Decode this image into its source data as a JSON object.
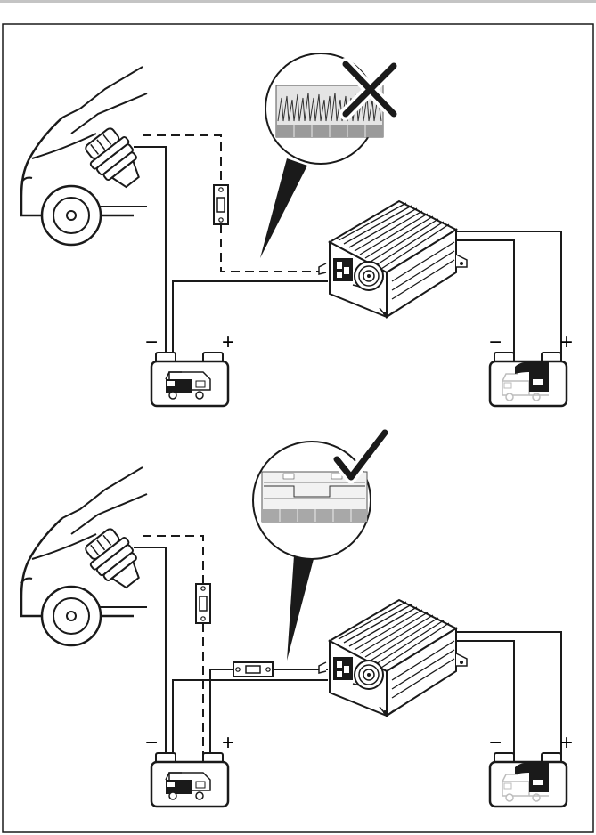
{
  "panels": [
    {
      "name": "incorrect-wiring",
      "status": "incorrect",
      "starter_battery": {
        "negative": "−",
        "positive": "+"
      },
      "service_battery": {
        "negative": "−",
        "positive": "+"
      }
    },
    {
      "name": "correct-wiring",
      "status": "correct",
      "starter_battery": {
        "negative": "−",
        "positive": "+"
      },
      "service_battery": {
        "negative": "−",
        "positive": "+"
      }
    }
  ],
  "colors": {
    "line": "#1a1a1a",
    "shade": "#bdbdbd",
    "topbar": "#c4c4c4"
  },
  "icons": [
    "vehicle-front-icon",
    "fuse-icon",
    "charger-unit-icon",
    "battery-icon",
    "cross-icon",
    "checkmark-icon",
    "magnifier-callout-icon"
  ]
}
